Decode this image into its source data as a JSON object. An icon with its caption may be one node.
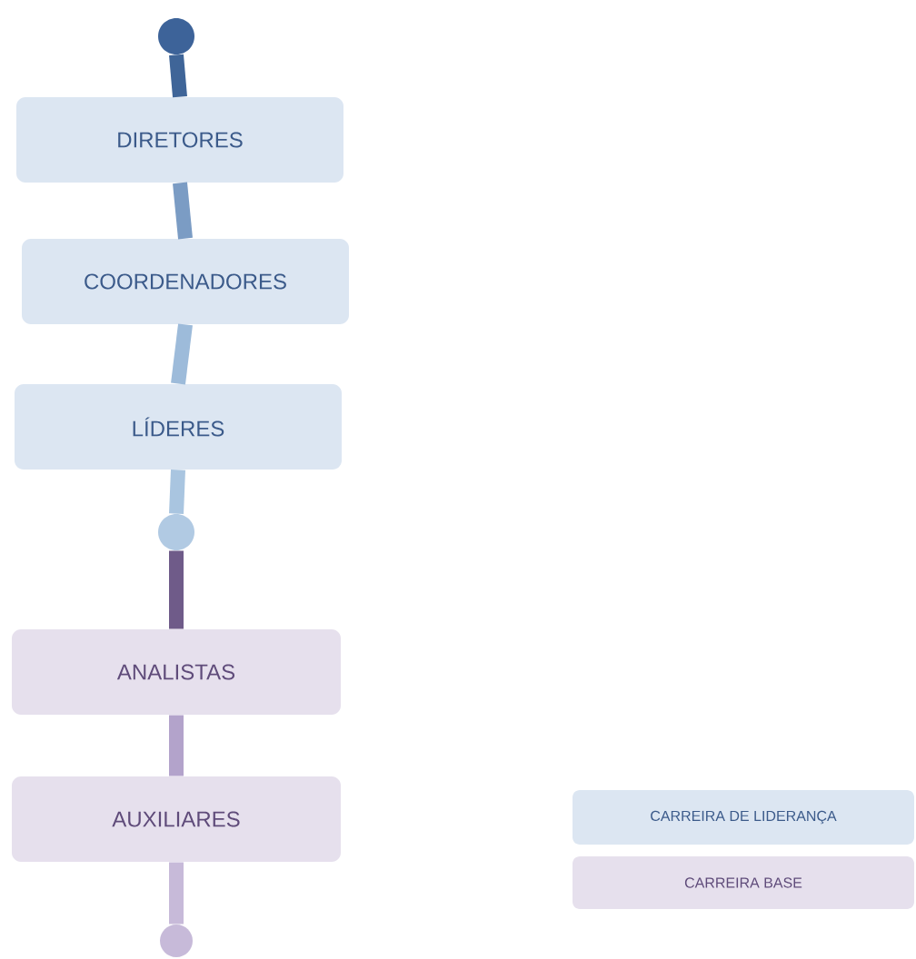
{
  "diagram": {
    "nodes": [
      {
        "text": [],
        "shape": "circle"
      },
      {
        "text": [
          "DIRETORES"
        ]
      },
      {
        "text": [
          "COORDENADORES"
        ]
      },
      {
        "text": [
          "LÍDERES"
        ]
      },
      {
        "text": [],
        "shape": "circle"
      },
      {
        "text": [
          "ANALISTAS"
        ]
      },
      {
        "text": [
          "AUXILIARES"
        ]
      },
      {
        "text": [],
        "shape": "circle"
      }
    ],
    "edges": [
      {
        "from": 0,
        "to": 1,
        "arrow": "none",
        "color": "#3f6598"
      },
      {
        "from": 1,
        "to": 2,
        "arrow": "none",
        "color": "#7b9cc4"
      },
      {
        "from": 2,
        "to": 3,
        "arrow": "none",
        "color": "#9dbbda"
      },
      {
        "from": 3,
        "to": 4,
        "arrow": "none",
        "color": "#a9c5e0"
      },
      {
        "from": 4,
        "to": 5,
        "arrow": "none",
        "color": "#6f5b89"
      },
      {
        "from": 5,
        "to": 6,
        "arrow": "none",
        "color": "#b3a3cb"
      },
      {
        "from": 6,
        "to": 7,
        "arrow": "none",
        "color": "#c7bad9"
      }
    ],
    "legend": [
      {
        "text": "CARREIRA DE LIDERANÇA",
        "color": "#dce6f2"
      },
      {
        "text": "CARREIRA BASE",
        "color": "#e6e0ed"
      }
    ]
  }
}
